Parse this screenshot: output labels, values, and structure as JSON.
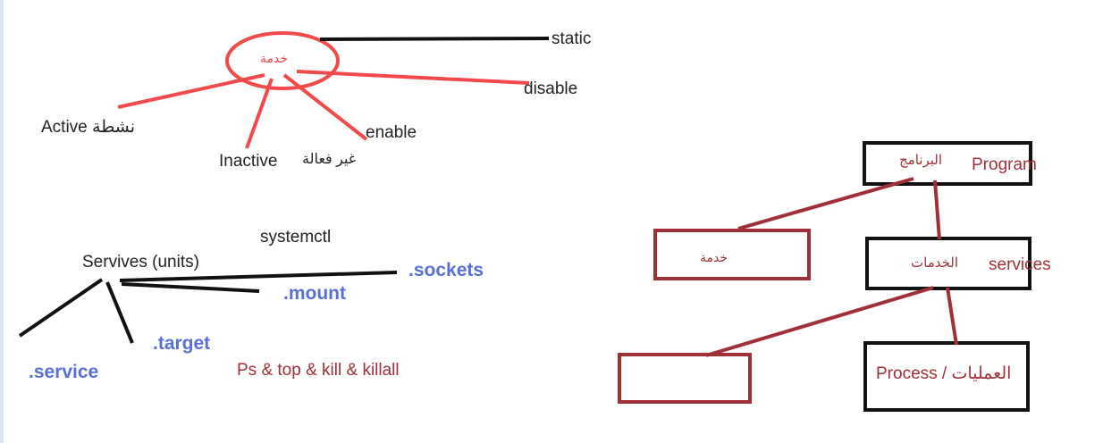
{
  "colors": {
    "red": "#f24a4a",
    "black": "#111111",
    "blue": "#5a6fd6",
    "maroon": "#a03038",
    "dark_text": "#222222"
  },
  "service_states": {
    "center": "خدمة",
    "static": "static",
    "disable": "disable",
    "enable": "enable",
    "active": "نشطة Active",
    "inactive": "Inactive",
    "inactive_ar": "غير فعالة"
  },
  "units": {
    "command": "systemctl",
    "root": "Servives (units)",
    "sockets": ".sockets",
    "mount": ".mount",
    "target": ".target",
    "service": ".service",
    "process_tools": "Ps & top & kill & killall"
  },
  "hierarchy": {
    "program_ar": "البرنامج",
    "program_en": "Program",
    "service_box": "خدمة",
    "services_ar": "الخدمات",
    "services_en": "services",
    "process": "العمليات / Process"
  }
}
